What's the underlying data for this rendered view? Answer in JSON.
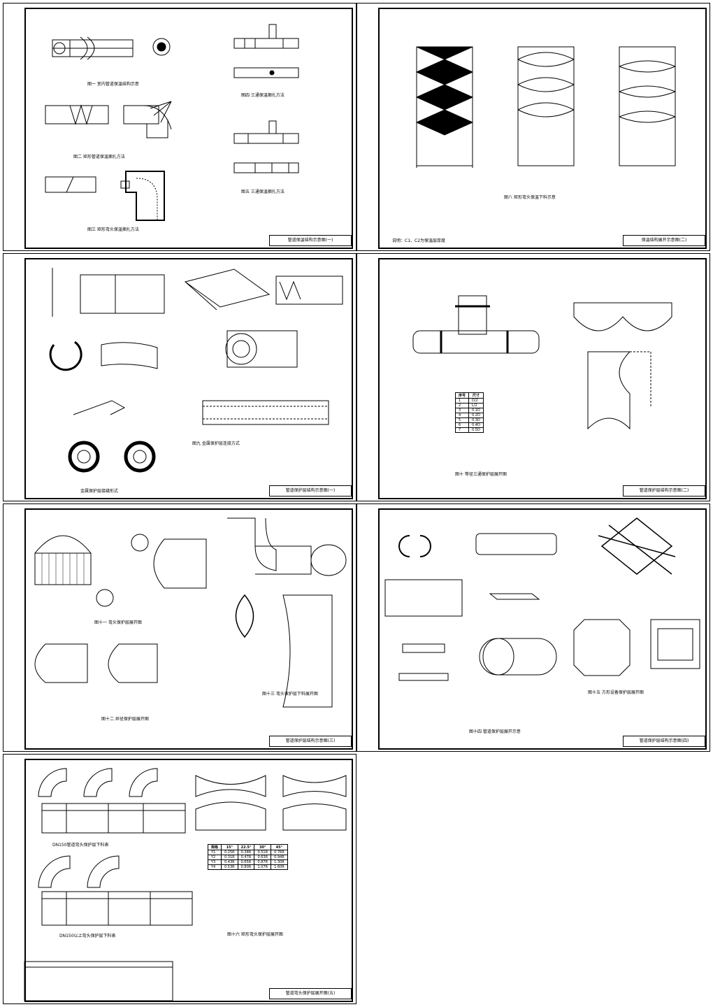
{
  "sheets": [
    {
      "id": 1,
      "title": "管道保温结构示意图(一)",
      "captions": [
        "图一 室内管道保温结构示意",
        "图二 矩形管道保温捆扎方法",
        "图三 矩形弯头保温捆扎方法",
        "图四 三通保温捆扎方法",
        "图五 三通保温捆扎方法"
      ]
    },
    {
      "id": 2,
      "title": "保温结构展开示意图(二)",
      "captions": [
        "图八 矩形弯头保温下料示意",
        "说明：C1、C2为保温层厚度"
      ]
    },
    {
      "id": 3,
      "title": "管道保护层结构示意图(一)",
      "captions": [
        "图九 金属保护层连接方式",
        "金属保护层接缝形式"
      ]
    },
    {
      "id": 4,
      "title": "管道保护层结构示意图(二)",
      "captions": [
        "图十 等径三通保护层展开图"
      ],
      "table": {
        "headers": [
          "序号",
          "尺寸"
        ],
        "rows": [
          [
            "1",
            "D/2"
          ],
          [
            "2",
            "L/2"
          ],
          [
            "3",
            "0.1D"
          ],
          [
            "4",
            "0.2D"
          ],
          [
            "5",
            "0.3D"
          ],
          [
            "6",
            "0.4D"
          ],
          [
            "7",
            "0.5D"
          ]
        ]
      }
    },
    {
      "id": 5,
      "title": "管道保护层结构示意图(三)",
      "captions": [
        "图十一 弯头保护层展开图",
        "图十二 异径保护层展开图",
        "图十三 弯头保护层下料展开图"
      ]
    },
    {
      "id": 6,
      "title": "管道保护层结构示意图(四)",
      "captions": [
        "图十四 管道保护层展开示意",
        "图十五 方形设备保护层展开图"
      ]
    },
    {
      "id": 7,
      "title": "管道弯头保护层展开图(五)",
      "captions": [
        "DN150管道弯头保护层下料表",
        "DN150以上弯头保护层下料表",
        "图十六 矩形弯头保护层展开图"
      ],
      "table": {
        "headers": [
          "规格",
          "15°",
          "22.5°",
          "30°",
          "45°"
        ],
        "rows": [
          [
            "Y1",
            "0.25R",
            "0.38R",
            "0.51R",
            "0.76R"
          ],
          [
            "Y2",
            "0.31R",
            "0.47R",
            "0.63R",
            "0.94R"
          ],
          [
            "Y3",
            "0.43R",
            "0.65R",
            "0.87R",
            "1.30R"
          ],
          [
            "Y4",
            "0.53R",
            "0.80R",
            "1.07R",
            "1.60R"
          ]
        ]
      }
    }
  ]
}
